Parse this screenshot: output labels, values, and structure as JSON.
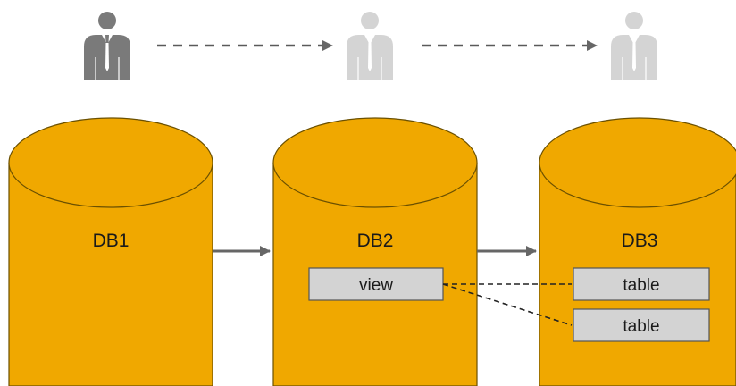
{
  "users": [
    {
      "icon": "user-icon",
      "color": "#7a7a7a"
    },
    {
      "icon": "user-icon",
      "color": "#d4d4d4"
    },
    {
      "icon": "user-icon",
      "color": "#d4d4d4"
    }
  ],
  "databases": [
    {
      "label": "DB1",
      "color": "#f0a800"
    },
    {
      "label": "DB2",
      "color": "#f0a800"
    },
    {
      "label": "DB3",
      "color": "#f0a800"
    }
  ],
  "objects": {
    "view": "view",
    "tables": [
      "table",
      "table"
    ]
  },
  "colors": {
    "cylinder_fill": "#f0a800",
    "cylinder_stroke": "#6b5000",
    "box_fill": "#d3d3d3",
    "arrow": "#666666",
    "dashed_arrow": "#5a5a5a"
  }
}
